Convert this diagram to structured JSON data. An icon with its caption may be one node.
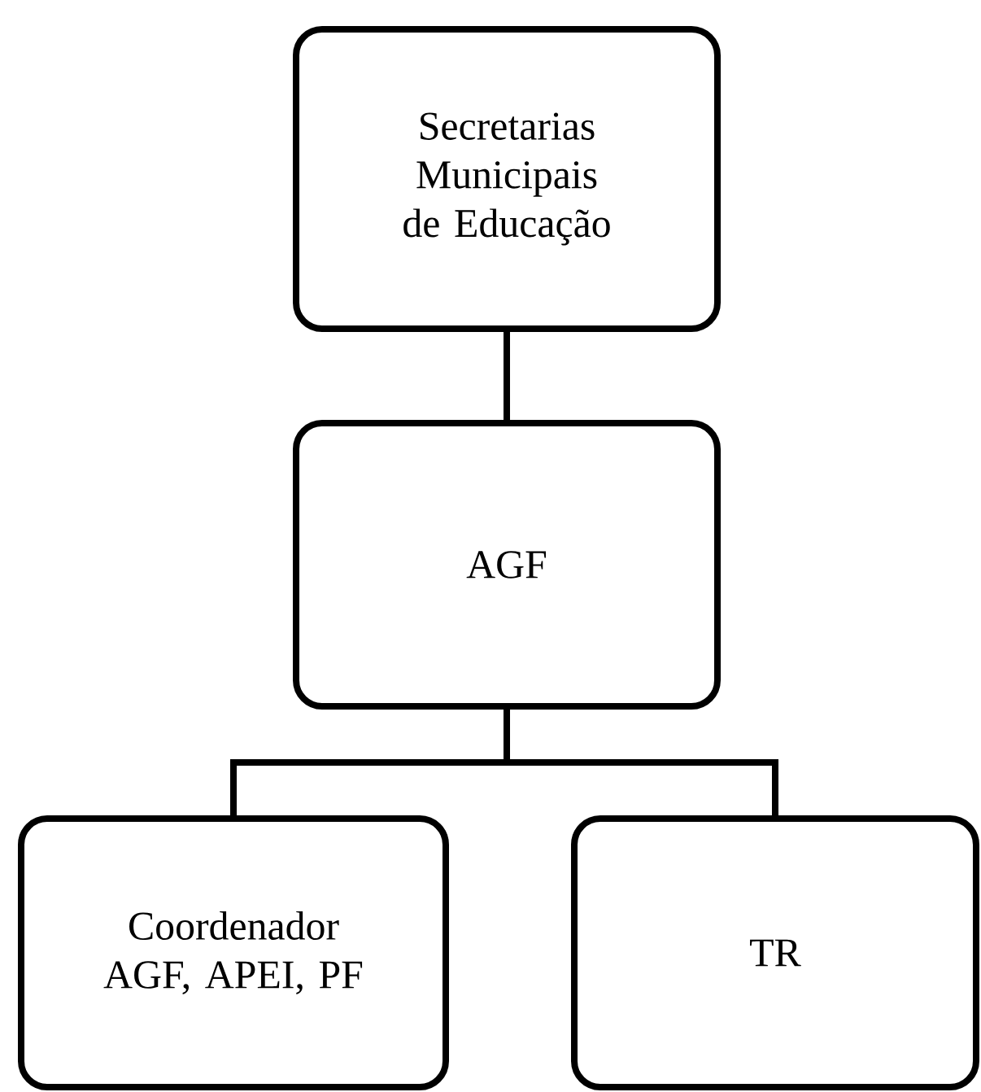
{
  "diagram": {
    "nodes": [
      {
        "text": [
          "Secretarias Municipais de Educação"
        ]
      },
      {
        "text": [
          "AGF"
        ]
      },
      {
        "text": [
          "Coordenador AGF, APEI, PF"
        ]
      },
      {
        "text": [
          "TR"
        ]
      }
    ],
    "edges": [
      {
        "from": 0,
        "to": 1,
        "arrow": "none"
      },
      {
        "from": 1,
        "to": 2,
        "arrow": "none"
      },
      {
        "from": 1,
        "to": 3,
        "arrow": "none"
      }
    ]
  }
}
